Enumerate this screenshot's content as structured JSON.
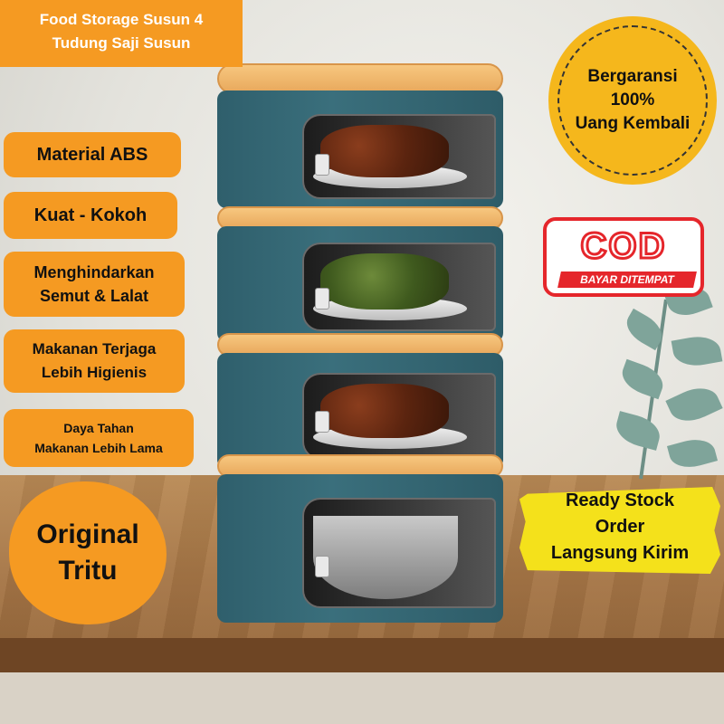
{
  "title": {
    "line1": "Food Storage Susun 4",
    "line2": "Tudung Saji Susun"
  },
  "features": [
    "Material ABS",
    "Kuat - Kokoh",
    "Menghindarkan\nSemut & Lalat",
    "Makanan Terjaga\nLebih Higienis",
    "Daya Tahan\nMakanan Lebih Lama"
  ],
  "feature_lines": {
    "f1": "Material ABS",
    "f2": "Kuat - Kokoh",
    "f3a": "Menghindarkan",
    "f3b": "Semut & Lalat",
    "f4a": "Makanan Terjaga",
    "f4b": "Lebih Higienis",
    "f5a": "Daya Tahan",
    "f5b": "Makanan Lebih Lama"
  },
  "guarantee": {
    "line1": "Bergaransi",
    "line2": "100%",
    "line3": "Uang Kembali"
  },
  "cod": {
    "big": "COD",
    "small": "BAYAR DITEMPAT"
  },
  "original": {
    "line1": "Original",
    "line2": "Tritu"
  },
  "stock": {
    "line1": "Ready Stock",
    "line2": "Order",
    "line3": "Langsung Kirim"
  },
  "colors": {
    "orange": "#f59a22",
    "yellow": "#f5b71c",
    "red": "#e5262b",
    "teal": "#2f5f6c",
    "lid": "#f2b56b",
    "wood": "#a77747"
  }
}
